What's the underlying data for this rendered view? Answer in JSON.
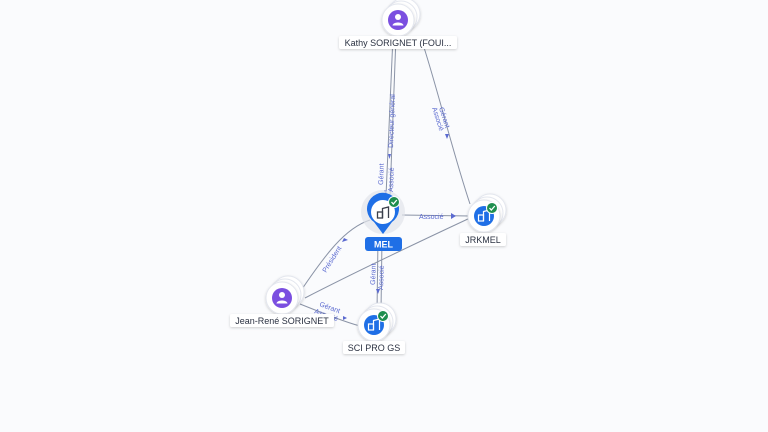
{
  "nodes": {
    "mel": {
      "label": "MEL",
      "kind": "company",
      "icon": "building-icon",
      "verified": true,
      "main": true
    },
    "kathy": {
      "label": "Kathy SORIGNET (FOUI...",
      "kind": "person",
      "icon": "person-icon"
    },
    "jrkmel": {
      "label": "JRKMEL",
      "kind": "company",
      "icon": "building-icon",
      "verified": true
    },
    "jean_rene": {
      "label": "Jean-René SORIGNET",
      "kind": "person",
      "icon": "person-icon"
    },
    "sci_pro_gs": {
      "label": "SCI PRO GS",
      "kind": "company",
      "icon": "building-icon",
      "verified": true
    }
  },
  "edges": {
    "kathy_mel_dg": "Directeur général",
    "kathy_mel_gerant": "Gérant",
    "kathy_mel_associe": "Associé",
    "kathy_jrkmel_gerant": "Gérant",
    "kathy_jrkmel_associe": "Associé",
    "mel_jrkmel_associe": "Associé",
    "jean_mel_president": "Président",
    "jean_sci_gerant": "Gérant",
    "jean_sci_associe": "Associé",
    "mel_sci_gerant": "Gérant",
    "mel_sci_associe": "Associé"
  },
  "colors": {
    "person": "#7b4fe0",
    "company": "#1f6fe6",
    "verified": "#1e8e4e",
    "main_label_bg": "#1f6fe6",
    "edge": "#8a93a6",
    "edge_label": "#5b6ad0"
  }
}
